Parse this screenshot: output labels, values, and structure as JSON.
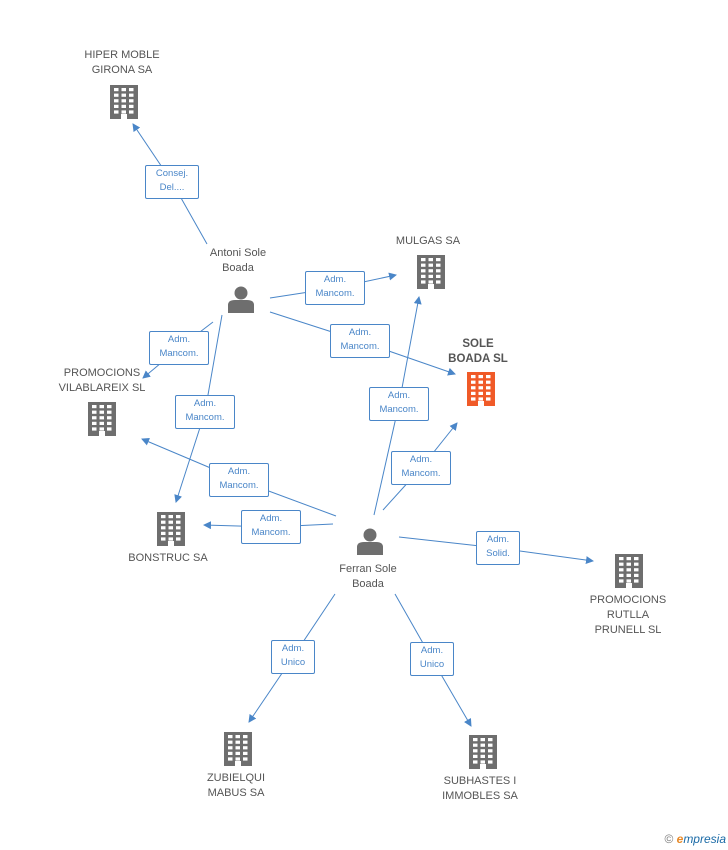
{
  "colors": {
    "edge": "#4a86c8",
    "building": "#6e6e6e",
    "building_main": "#f05a28",
    "person": "#6e6e6e"
  },
  "nodes": {
    "hiper_moble": {
      "label": "HIPER MOBLE\nGIRONA SA",
      "icon": "building-icon"
    },
    "antoni": {
      "label": "Antoni Sole\nBoada",
      "icon": "person-icon"
    },
    "mulgas": {
      "label": "MULGAS SA",
      "icon": "building-icon"
    },
    "sole_boada": {
      "label": "SOLE\nBOADA SL",
      "icon": "building-icon"
    },
    "promocions_vilablareix": {
      "label": "PROMOCIONS\nVILABLAREIX SL",
      "icon": "building-icon"
    },
    "bonstruc": {
      "label": "BONSTRUC SA",
      "icon": "building-icon"
    },
    "ferran": {
      "label": "Ferran Sole\nBoada",
      "icon": "person-icon"
    },
    "promocions_rutlla": {
      "label": "PROMOCIONS\nRUTLLA\nPRUNELL SL",
      "icon": "building-icon"
    },
    "zubielqui": {
      "label": "ZUBIELQUI\nMABUS SA",
      "icon": "building-icon"
    },
    "subhastes": {
      "label": "SUBHASTES I\nIMMOBLES SA",
      "icon": "building-icon"
    }
  },
  "edges": [
    {
      "id": "e1",
      "from": "antoni",
      "to": "hiper_moble",
      "label": "Consej.\nDel...."
    },
    {
      "id": "e2",
      "from": "antoni",
      "to": "mulgas",
      "label": "Adm.\nMancom."
    },
    {
      "id": "e3",
      "from": "antoni",
      "to": "sole_boada",
      "label": "Adm.\nMancom."
    },
    {
      "id": "e4",
      "from": "antoni",
      "to": "promocions_vilablareix",
      "label": "Adm.\nMancom."
    },
    {
      "id": "e5",
      "from": "antoni",
      "to": "bonstruc",
      "label": "Adm.\nMancom."
    },
    {
      "id": "e6",
      "from": "ferran",
      "to": "promocions_vilablareix",
      "label": "Adm.\nMancom."
    },
    {
      "id": "e7",
      "from": "ferran",
      "to": "bonstruc",
      "label": "Adm.\nMancom."
    },
    {
      "id": "e8",
      "from": "ferran",
      "to": "mulgas",
      "label": "Adm.\nMancom."
    },
    {
      "id": "e9",
      "from": "ferran",
      "to": "sole_boada",
      "label": "Adm.\nMancom."
    },
    {
      "id": "e10",
      "from": "ferran",
      "to": "promocions_rutlla",
      "label": "Adm.\nSolid."
    },
    {
      "id": "e11",
      "from": "ferran",
      "to": "zubielqui",
      "label": "Adm.\nUnico"
    },
    {
      "id": "e12",
      "from": "ferran",
      "to": "subhastes",
      "label": "Adm.\nUnico"
    }
  ],
  "watermark": {
    "copyright": "©",
    "brand_initial": "e",
    "brand_rest": "mpresia"
  }
}
